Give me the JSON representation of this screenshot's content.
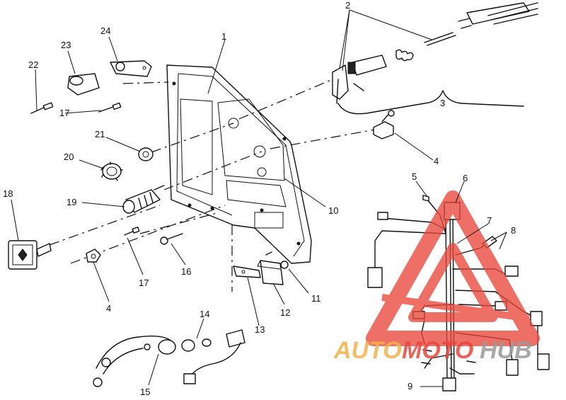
{
  "callouts": [
    {
      "id": "1",
      "text": "1"
    },
    {
      "id": "2",
      "text": "2"
    },
    {
      "id": "3",
      "text": "3"
    },
    {
      "id": "4a",
      "text": "4"
    },
    {
      "id": "4b",
      "text": "4"
    },
    {
      "id": "5",
      "text": "5"
    },
    {
      "id": "6",
      "text": "6"
    },
    {
      "id": "7",
      "text": "7"
    },
    {
      "id": "8",
      "text": "8"
    },
    {
      "id": "9",
      "text": "9"
    },
    {
      "id": "10",
      "text": "10"
    },
    {
      "id": "11",
      "text": "11"
    },
    {
      "id": "12",
      "text": "12"
    },
    {
      "id": "13",
      "text": "13"
    },
    {
      "id": "14",
      "text": "14"
    },
    {
      "id": "15",
      "text": "15"
    },
    {
      "id": "16",
      "text": "16"
    },
    {
      "id": "17a",
      "text": "17"
    },
    {
      "id": "17b",
      "text": "17"
    },
    {
      "id": "18",
      "text": "18"
    },
    {
      "id": "19",
      "text": "19"
    },
    {
      "id": "20",
      "text": "20"
    },
    {
      "id": "21",
      "text": "21"
    },
    {
      "id": "22",
      "text": "22"
    },
    {
      "id": "23",
      "text": "23"
    },
    {
      "id": "24",
      "text": "24"
    }
  ],
  "watermark": {
    "text_part1": "AUTO",
    "text_part2": "MOTO",
    "text_part3": "HUB",
    "color_primary": "#e8473c",
    "color_secondary": "#f3b24a",
    "color_tertiary": "#9a9a9a"
  }
}
